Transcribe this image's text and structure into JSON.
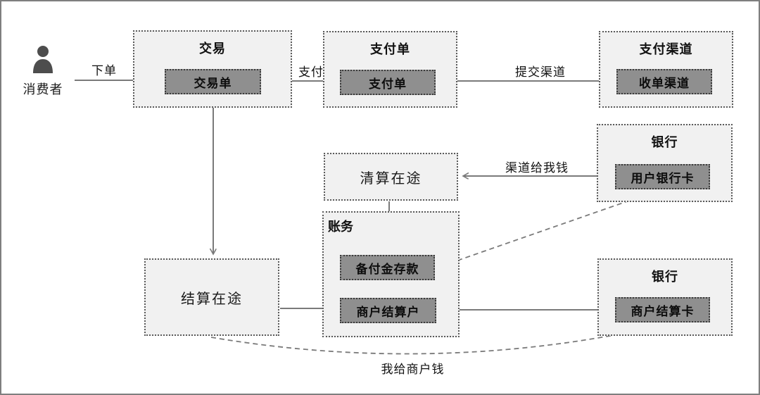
{
  "diagram": {
    "actor": {
      "label": "消费者"
    },
    "boxes": {
      "trade": {
        "title": "交易",
        "item": "交易单"
      },
      "payment": {
        "title": "支付单",
        "item": "支付单"
      },
      "channel": {
        "title": "支付渠道",
        "item": "收单渠道"
      },
      "bank_top": {
        "title": "银行",
        "item": "用户银行卡"
      },
      "clearing": {
        "label": "清算在途"
      },
      "accounting": {
        "title": "账务",
        "item1": "备付金存款",
        "item2": "商户结算户"
      },
      "settling": {
        "label": "结算在途"
      },
      "bank_bottom": {
        "title": "银行",
        "item": "商户结算卡"
      }
    },
    "edges": {
      "order": "下单",
      "pay": "支付",
      "submit_channel": "提交渠道",
      "channel_pays_me": "渠道给我钱",
      "i_pay_merchant": "我给商户钱"
    },
    "colors": {
      "outer_box_fill": "#f1f1f1",
      "inner_box_fill": "#8f8f8f",
      "arrow": "#7a7a7a",
      "frame_border": "#7f7f7f",
      "icon": "#4d4d4d"
    }
  }
}
